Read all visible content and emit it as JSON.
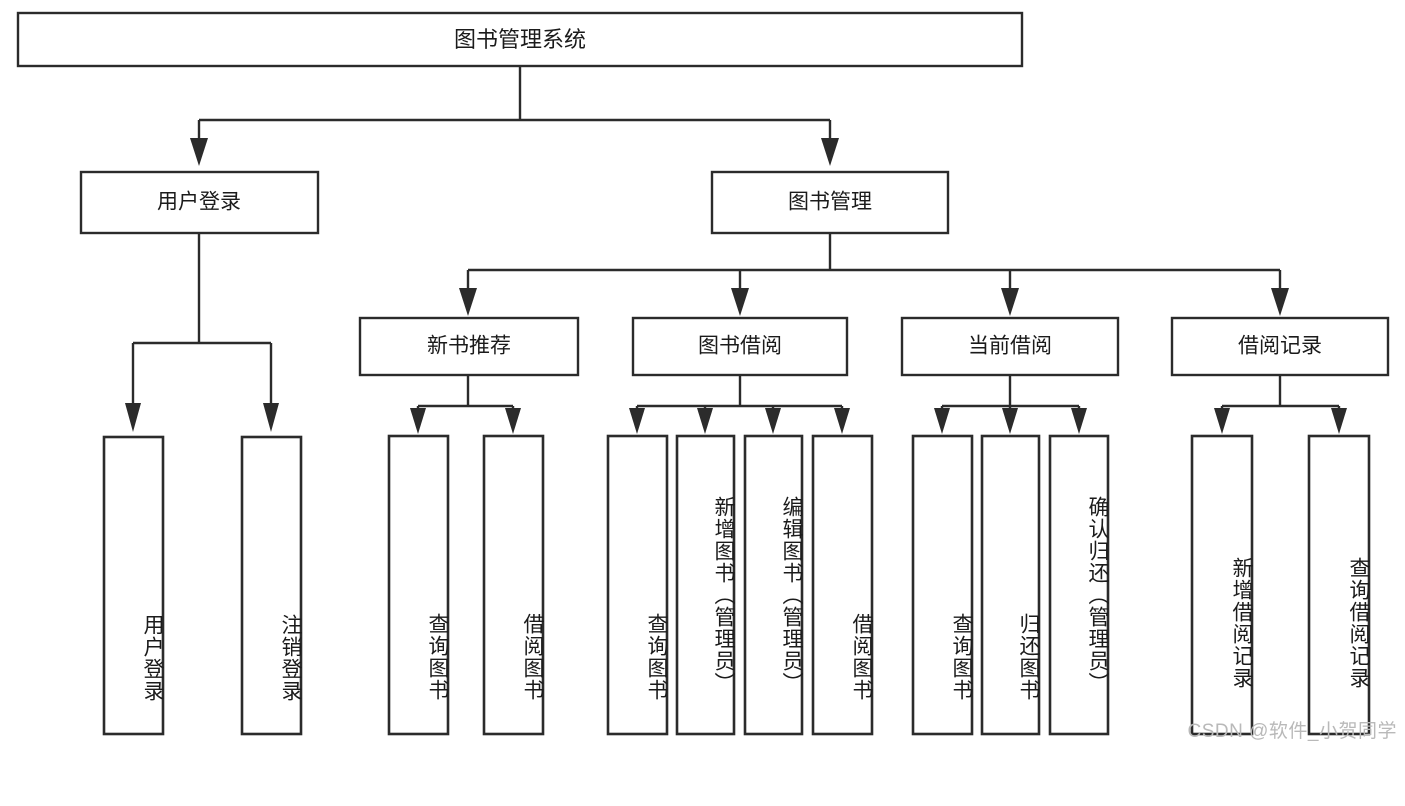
{
  "diagram": {
    "title": "图书管理系统",
    "type": "tree-hierarchy-diagram",
    "colors": {
      "box_stroke": "#2b2b2b",
      "box_fill": "#ffffff",
      "connector": "#2b2b2b",
      "background": "#ffffff",
      "watermark": "#b9b9b9"
    },
    "root": {
      "label": "图书管理系统"
    },
    "level2": [
      {
        "label": "用户登录"
      },
      {
        "label": "图书管理"
      }
    ],
    "level3": [
      {
        "label": "新书推荐"
      },
      {
        "label": "图书借阅"
      },
      {
        "label": "当前借阅"
      },
      {
        "label": "借阅记录"
      }
    ],
    "leaves": {
      "user_login": [
        {
          "label": "用户登录"
        },
        {
          "label": "注销登录"
        }
      ],
      "new_book_recommend": [
        {
          "label": "查询图书"
        },
        {
          "label": "借阅图书"
        }
      ],
      "book_borrow": [
        {
          "label": "查询图书"
        },
        {
          "label": "新增图书（管理员）"
        },
        {
          "label": "编辑图书（管理员）"
        },
        {
          "label": "借阅图书"
        }
      ],
      "current_borrow": [
        {
          "label": "查询图书"
        },
        {
          "label": "归还图书"
        },
        {
          "label": "确认归还（管理员）"
        }
      ],
      "borrow_record": [
        {
          "label": "新增借阅记录"
        },
        {
          "label": "查询借阅记录"
        }
      ]
    }
  },
  "watermark": {
    "text": "CSDN @软件_小贺同学"
  }
}
